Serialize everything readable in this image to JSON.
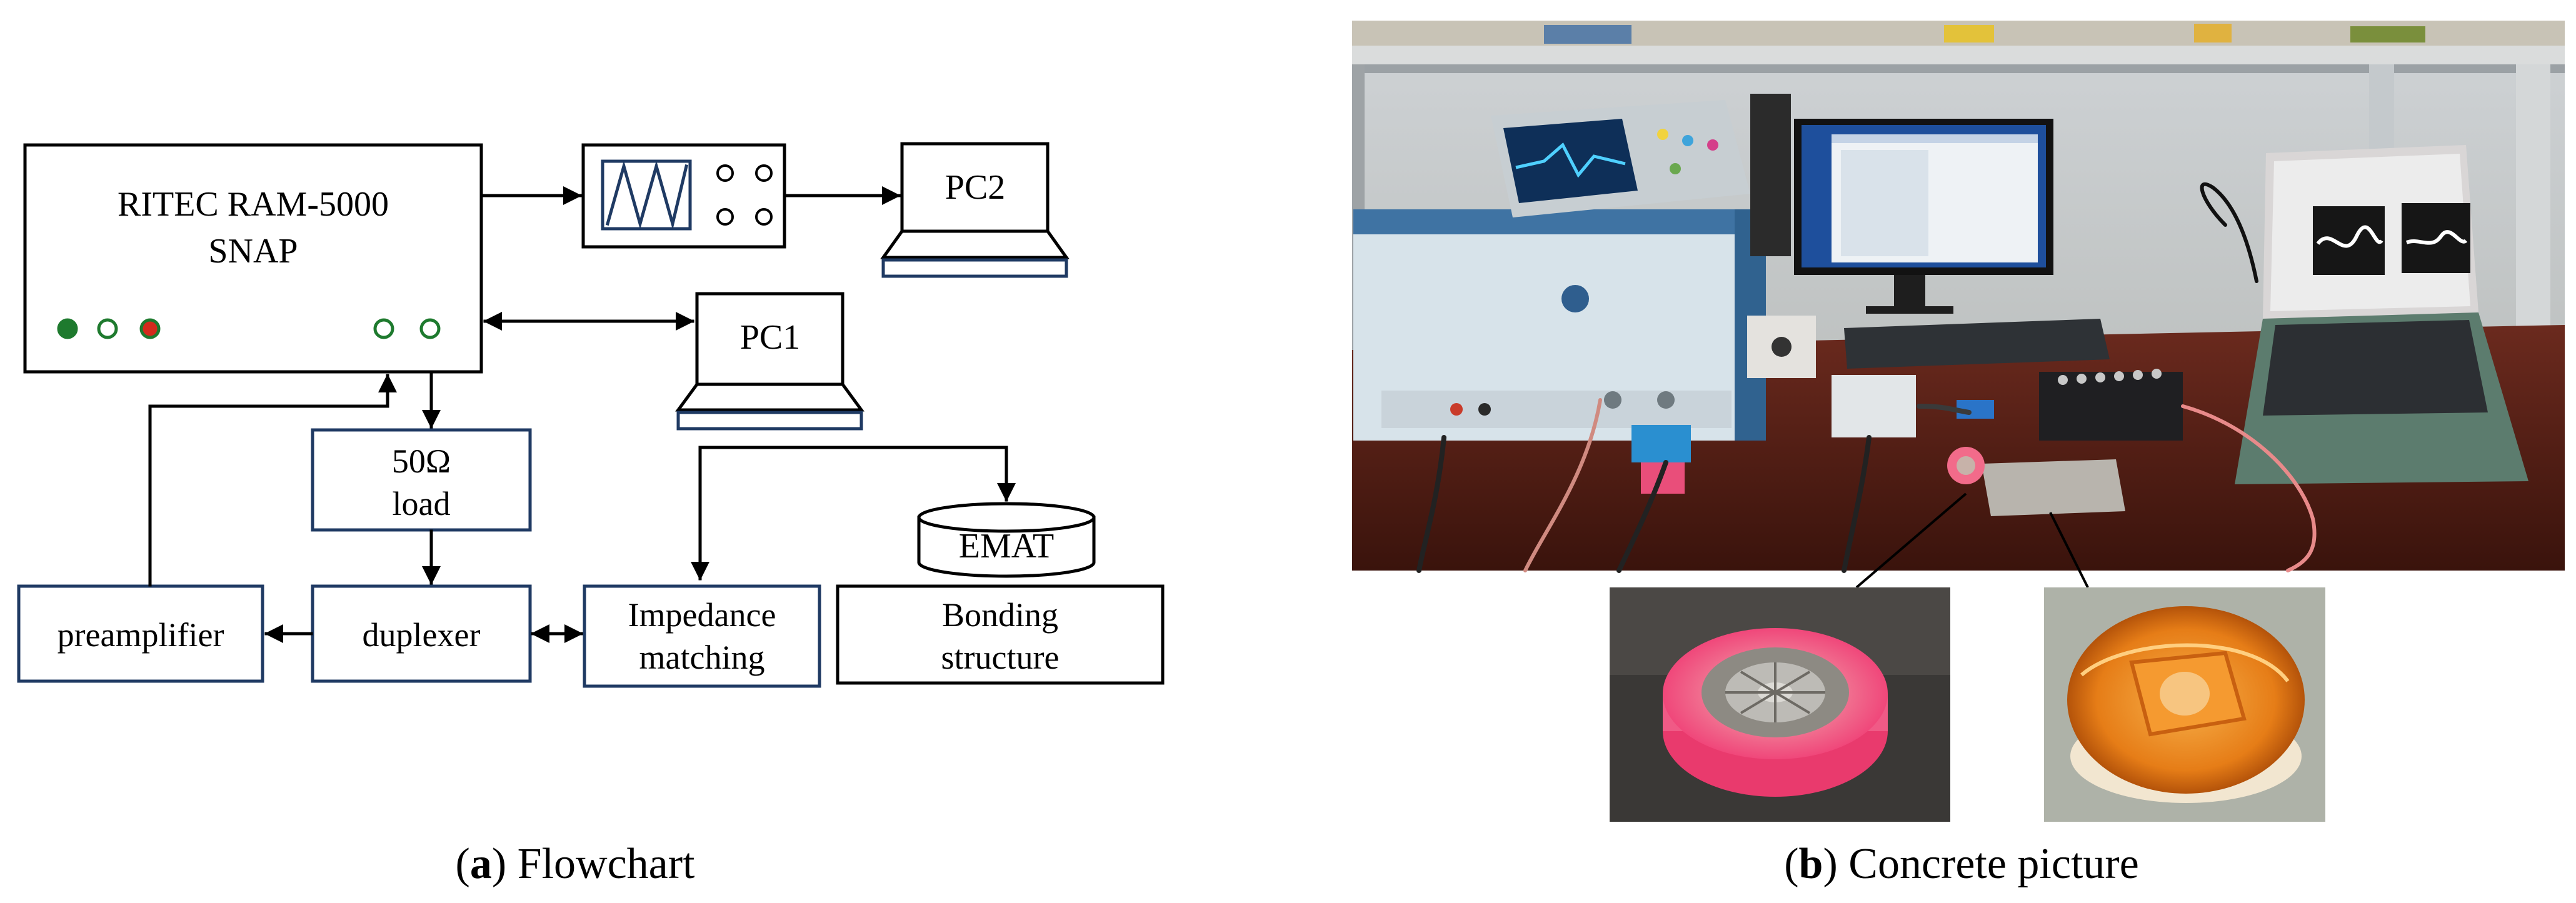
{
  "flowchart": {
    "ritec_line1": "RITEC RAM-5000",
    "ritec_line2": "SNAP",
    "pc2": "PC2",
    "pc1": "PC1",
    "load_line1": "50Ω",
    "load_line2": "load",
    "emat": "EMAT",
    "preamplifier": "preamplifier",
    "duplexer": "duplexer",
    "impedance_line1": "Impedance",
    "impedance_line2": "matching",
    "bonding_line1": "Bonding",
    "bonding_line2": "structure",
    "indicator_colors": {
      "green": "#1e7a2e",
      "red": "#d42a1c",
      "outline": "#1e7a2e"
    },
    "box_colors": {
      "navy": "#1f3a63",
      "black": "#000000"
    }
  },
  "captions": {
    "a_open": "(",
    "a_letter": "a",
    "a_close": ")",
    "a_text": " Flowchart",
    "b_open": "(",
    "b_letter": "b",
    "b_close": ")",
    "b_text": " Concrete picture"
  }
}
